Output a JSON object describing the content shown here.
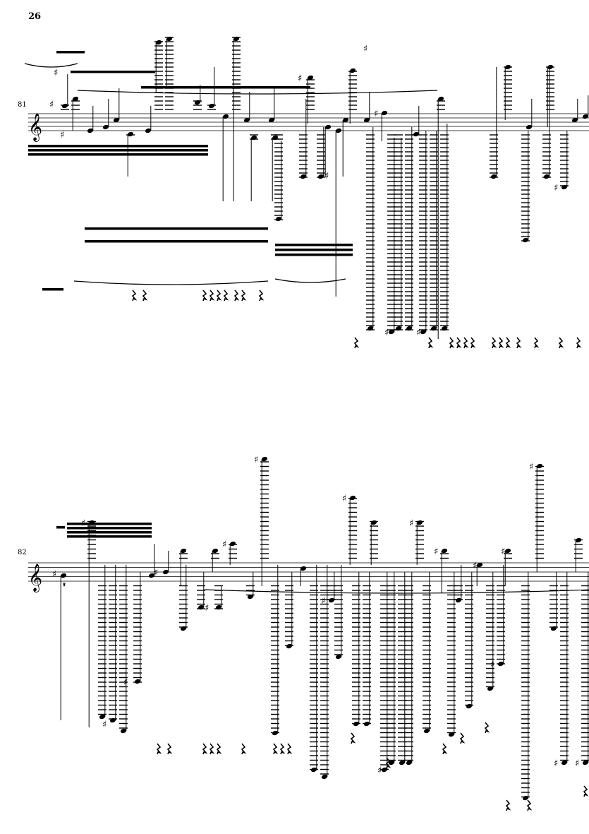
{
  "page_number": "26",
  "systems": [
    {
      "measure_number": "81",
      "clef": "treble"
    },
    {
      "measure_number": "82",
      "clef": "treble"
    }
  ]
}
